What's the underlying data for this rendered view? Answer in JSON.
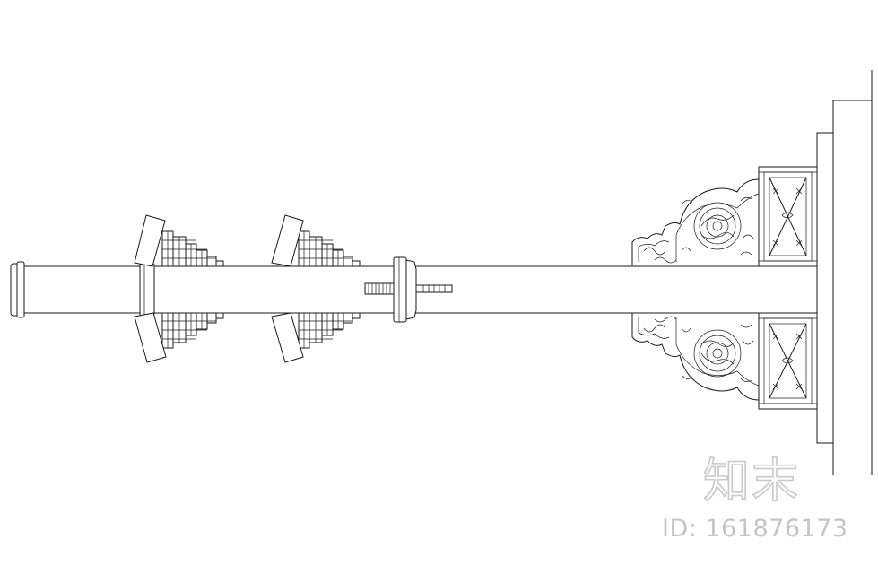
{
  "watermark": {
    "logo_text": "知末",
    "id_text": "ID: 161876173"
  },
  "drawing": {
    "subject": "ornamental-bracket-column-elevation",
    "line_color": "#1a1a1a",
    "watermark_color": "#c4c4c4"
  }
}
